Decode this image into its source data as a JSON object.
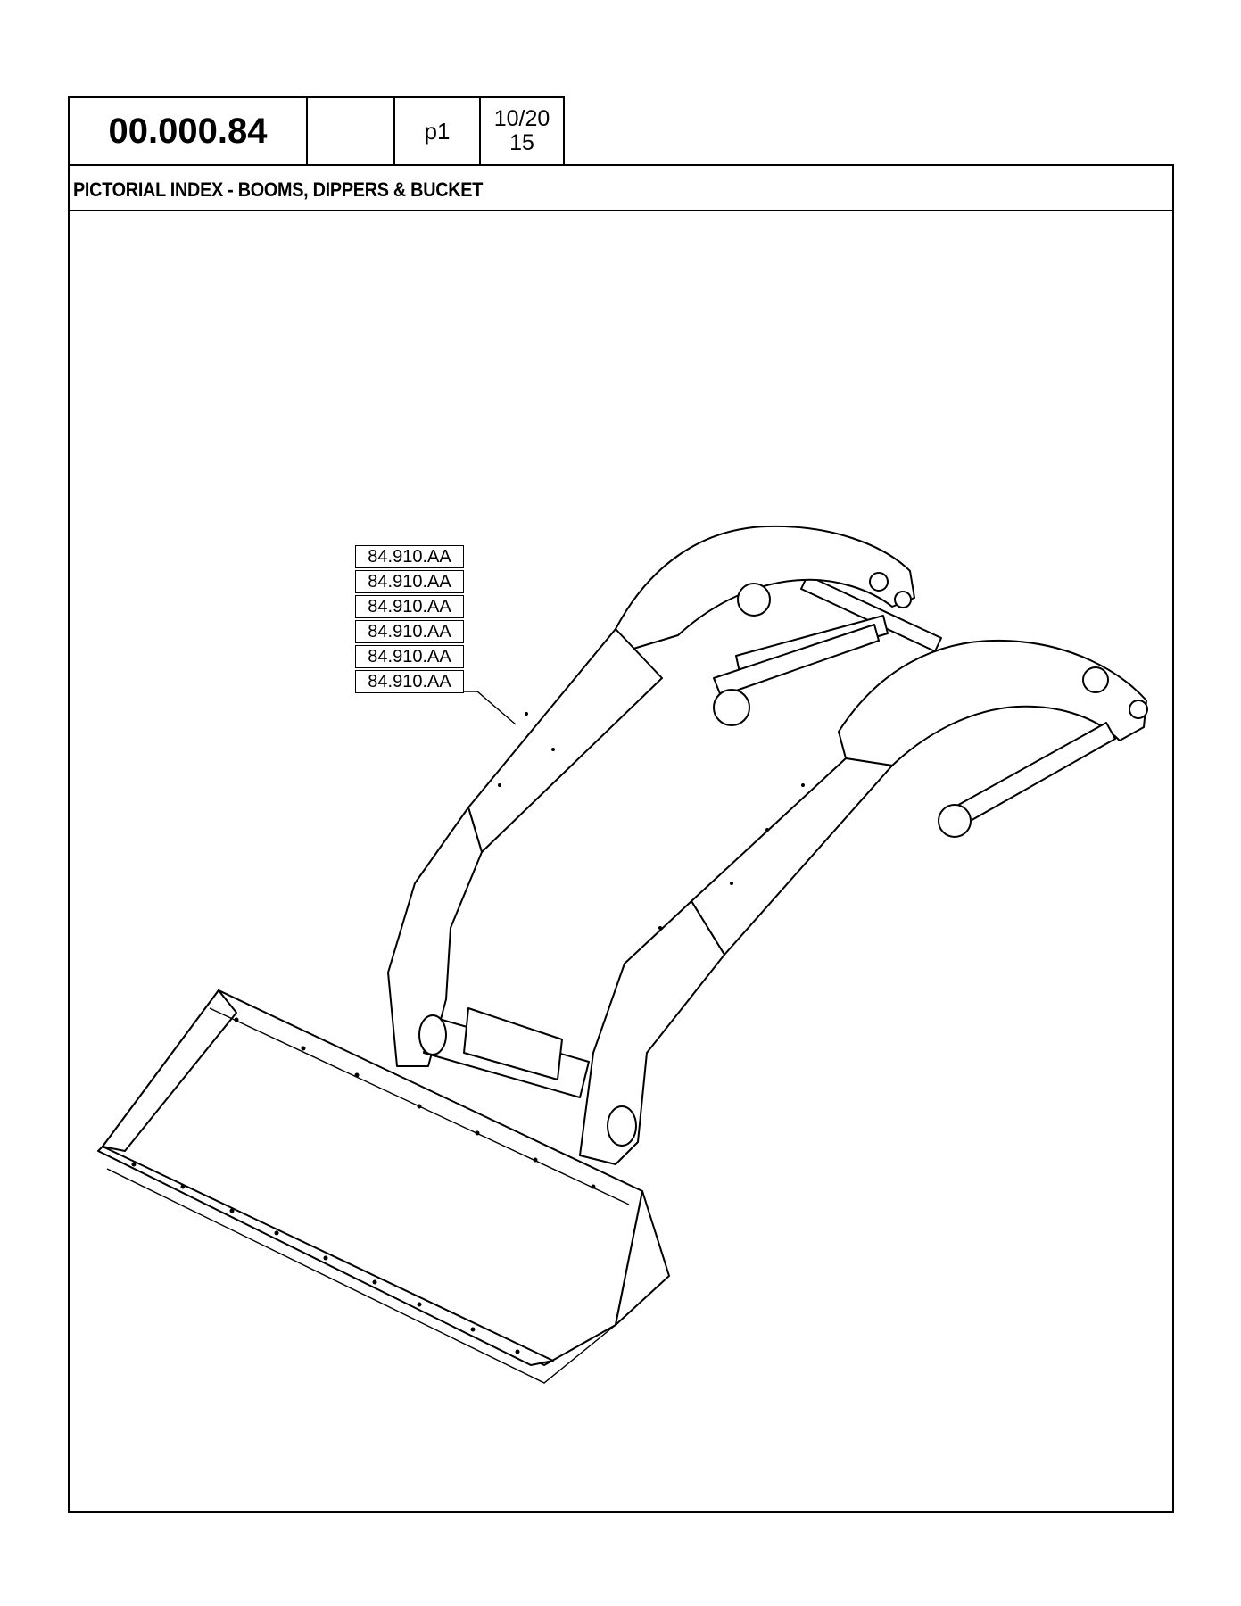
{
  "header": {
    "reference": "00.000.84",
    "blank_cell": "",
    "page": "p1",
    "date": "10/2015"
  },
  "section_title": "PICTORIAL INDEX - BOOMS, DIPPERS & BUCKET",
  "callouts": [
    "84.910.AA",
    "84.910.AA",
    "84.910.AA",
    "84.910.AA",
    "84.910.AA",
    "84.910.AA"
  ]
}
